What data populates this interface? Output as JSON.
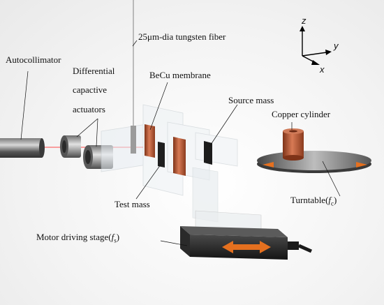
{
  "labels": {
    "fiber": "25μm-dia tungsten fiber",
    "autocollimator": "Autocollimator",
    "actuators_line1": "Differential",
    "actuators_line2": "capactive",
    "actuators_line3": "actuators",
    "becu": "BeCu membrane",
    "source_mass": "Source mass",
    "copper_cylinder": "Copper cylinder",
    "test_mass": "Test mass",
    "turntable_prefix": "Turntable(",
    "turntable_var": "f",
    "turntable_sub": "c",
    "turntable_suffix": ")",
    "motor_prefix": "Motor driving stage(",
    "motor_var": "f",
    "motor_sub": "s",
    "motor_suffix": ")"
  },
  "axes": {
    "z": "z",
    "y": "y",
    "x": "x"
  },
  "colors": {
    "laser": "#ff4a4a",
    "copper": "#b5532f",
    "arrow": "#e5701f",
    "dark": "#2a2a2a"
  }
}
